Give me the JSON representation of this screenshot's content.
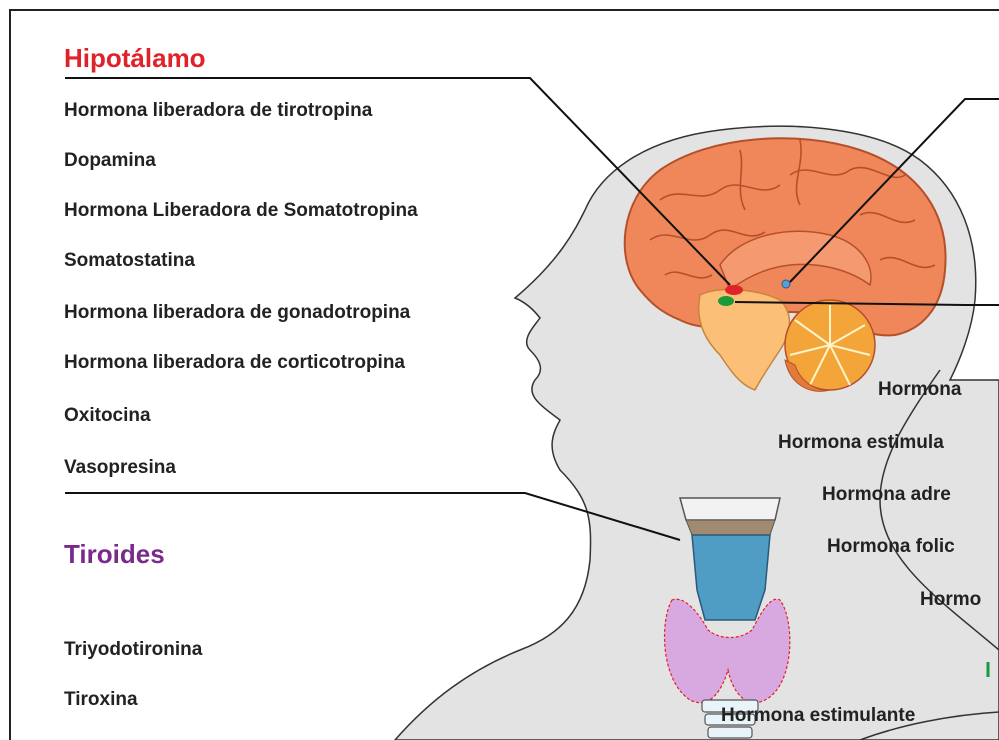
{
  "hypothalamus": {
    "title": "Hipotálamo",
    "title_color": "#e0222a",
    "hormones": [
      "Hormona liberadora de tirotropina",
      "Dopamina",
      "Hormona Liberadora de Somatotropina",
      "Somatostatina",
      "Hormona liberadora de gonadotropina",
      "Hormona liberadora de corticotropina",
      "Oxitocina",
      "Vasopresina"
    ]
  },
  "thyroid": {
    "title": "Tiroides",
    "title_color": "#7a2a8c",
    "hormones": [
      "Triyodotironina",
      "Tiroxina"
    ]
  },
  "pituitary_cut": {
    "labels": [
      "Hormona",
      "Hormona estimula",
      "Hormona adre",
      "Hormona folic",
      "Hormo"
    ]
  },
  "bottom_cut_label": "Hormona estimulante",
  "colors": {
    "head_fill": "#e3e3e3",
    "brain": "#f0875a",
    "brainstem": "#fbbf77",
    "cerebellum": "#f4a53a",
    "trachea": "#4f9cc4",
    "thyroid": "#d8a8e0",
    "hypothalamus_red": "#e0222a",
    "pituitary_green": "#1a9a3a",
    "pineal_blue": "#5aa0d8"
  }
}
